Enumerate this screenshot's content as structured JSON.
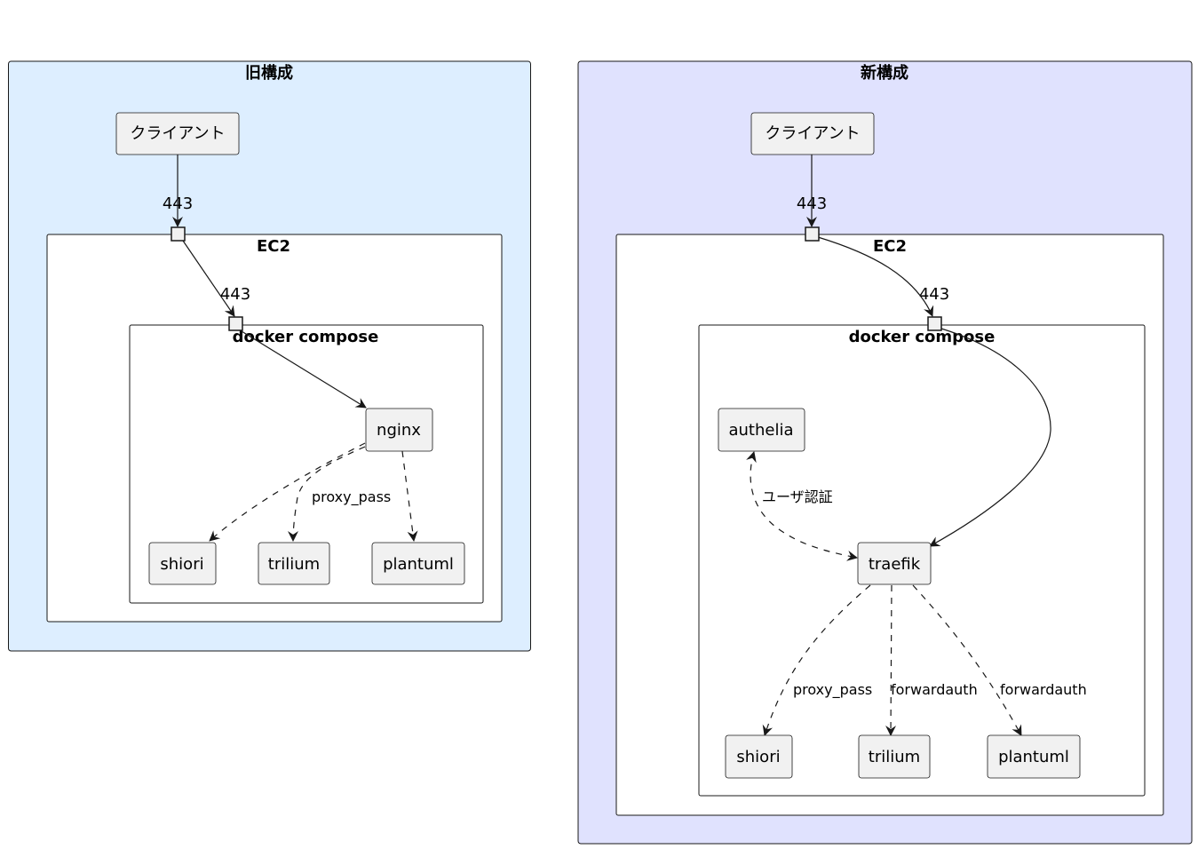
{
  "old": {
    "title": "旧構成",
    "client": "クライアント",
    "ec2": "EC2",
    "compose": "docker compose",
    "port_outer": "443",
    "port_inner": "443",
    "nodes": {
      "nginx": "nginx",
      "shiori": "shiori",
      "trilium": "trilium",
      "plantuml": "plantuml"
    },
    "edge_labels": {
      "proxy": "proxy_pass"
    }
  },
  "new": {
    "title": "新構成",
    "client": "クライアント",
    "ec2": "EC2",
    "compose": "docker compose",
    "port_outer": "443",
    "port_inner": "443",
    "nodes": {
      "authelia": "authelia",
      "traefik": "traefik",
      "shiori": "shiori",
      "trilium": "trilium",
      "plantuml": "plantuml"
    },
    "edge_labels": {
      "auth": "ユーザ認証",
      "proxy": "proxy_pass",
      "fwd1": "forwardauth",
      "fwd2": "forwardauth"
    }
  },
  "colors": {
    "old_bg": "#ddeeff",
    "new_bg": "#e0e2fe",
    "node_fill": "#f1f1f1",
    "line": "#181818"
  }
}
